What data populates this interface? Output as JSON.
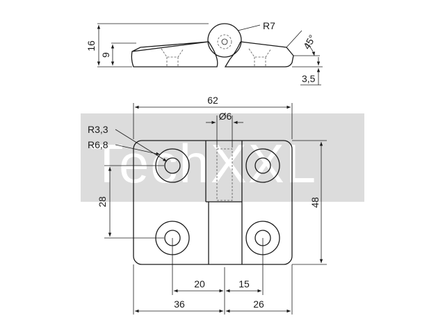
{
  "side_view": {
    "dims": {
      "overall_height": "16",
      "leaf_height": "9",
      "knuckle_radius": "R7",
      "bevel_angle": "45°",
      "chamfer": "3,5"
    }
  },
  "top_view": {
    "dims": {
      "overall_width": "62",
      "pin_diameter": "Ø6",
      "hole_radius": "R3,3",
      "counterbore_radius": "R6,8",
      "hole_spacing_vertical": "28",
      "overall_height": "48",
      "left_hole_offset": "20",
      "right_hole_offset": "15",
      "left_leaf_width": "36",
      "right_leaf_width": "26"
    }
  },
  "watermark": {
    "text": "TechXXL"
  },
  "colors": {
    "line": "#1a1a1a",
    "watermark_bg": "#dcdcdc",
    "watermark_text": "#ffffff"
  }
}
